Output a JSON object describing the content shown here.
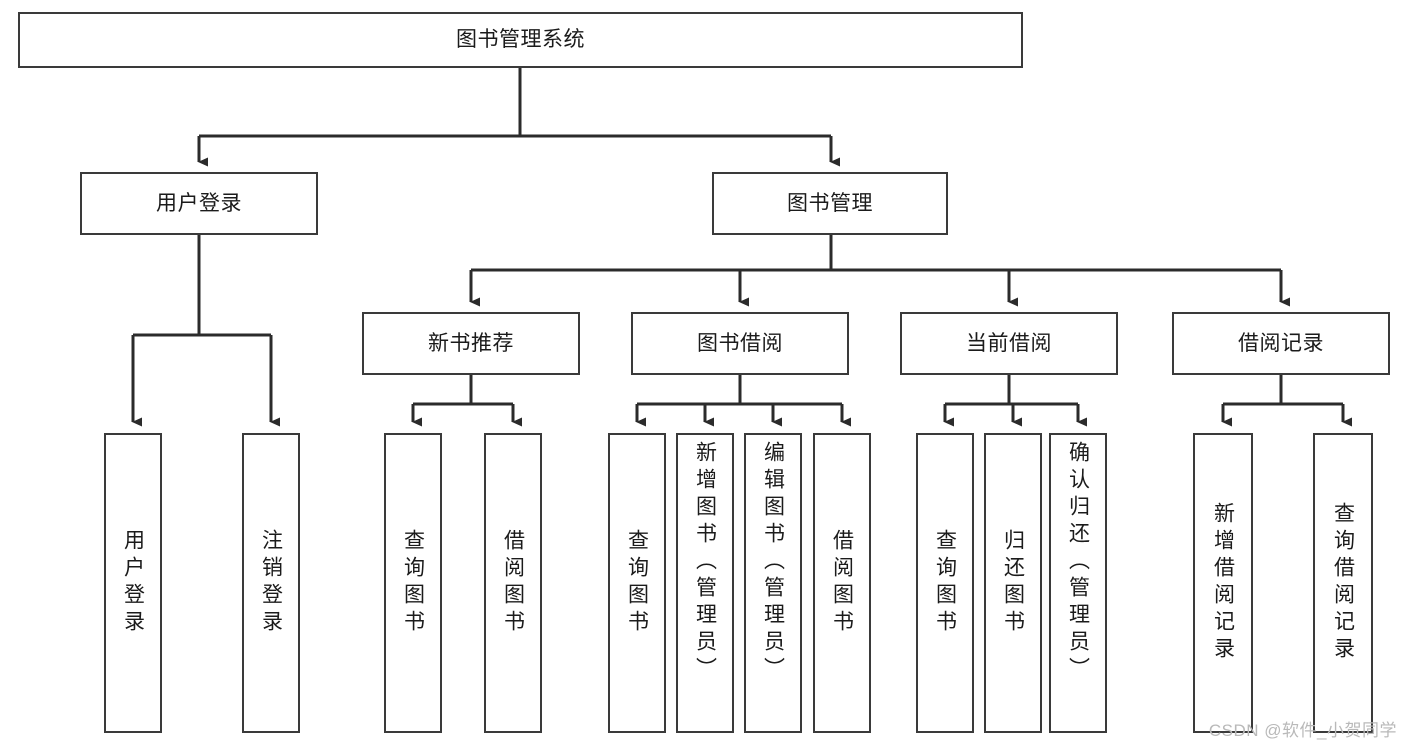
{
  "diagram": {
    "title": "图书管理系统",
    "root": {
      "label": "图书管理系统"
    },
    "level2": [
      {
        "label": "用户登录"
      },
      {
        "label": "图书管理"
      }
    ],
    "level3": [
      {
        "label": "新书推荐"
      },
      {
        "label": "图书借阅"
      },
      {
        "label": "当前借阅"
      },
      {
        "label": "借阅记录"
      }
    ],
    "leaves": {
      "user_login": [
        {
          "label": "用户登录"
        },
        {
          "label": "注销登录"
        }
      ],
      "new_book_recommend": [
        {
          "label": "查询图书"
        },
        {
          "label": "借阅图书"
        }
      ],
      "book_borrow": [
        {
          "label": "查询图书"
        },
        {
          "label": "新增图书（管理员）"
        },
        {
          "label": "编辑图书（管理员）"
        },
        {
          "label": "借阅图书"
        }
      ],
      "current_borrow": [
        {
          "label": "查询图书"
        },
        {
          "label": "归还图书"
        },
        {
          "label": "确认归还（管理员）"
        }
      ],
      "borrow_records": [
        {
          "label": "新增借阅记录"
        },
        {
          "label": "查询借阅记录"
        }
      ]
    }
  },
  "watermark": {
    "text": "CSDN @软件_小贺同学"
  },
  "colors": {
    "box_border": "#3a3a3a",
    "text": "#1b1b1b",
    "connector": "#2b2b2b",
    "background": "#ffffff",
    "watermark": "#b9b9b9"
  }
}
